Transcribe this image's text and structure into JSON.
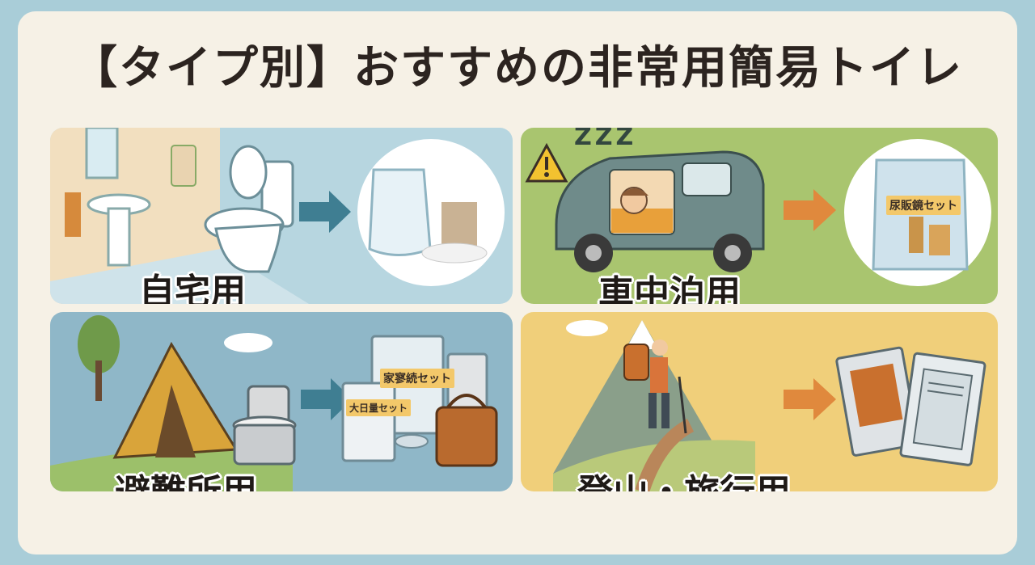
{
  "title": "【タイプ別】おすすめの非常用簡易トイレ",
  "panels": {
    "home": {
      "label": "自宅用"
    },
    "car": {
      "label": "車中泊用",
      "package_label": "尿販鏡セット",
      "sleep_text": "ZZZ"
    },
    "shelter": {
      "label": "避難所用",
      "package_label_1": "家寥続セット",
      "package_label_2": "大日量セット"
    },
    "hike": {
      "label": "登山・旅行用"
    }
  },
  "colors": {
    "page_bg": "#a9cdd8",
    "card_bg": "#f6f1e6",
    "home_bg": "#b7d6e0",
    "car_bg": "#a9c56f",
    "shelter_bg": "#8fb7c8",
    "hike_bg": "#f0cf7a",
    "arrow_blue": "#3f7e92",
    "arrow_orange": "#e0893d"
  },
  "icons": [
    "toilet-icon",
    "bag-icon",
    "arrow-right-icon",
    "warning-icon",
    "van-icon",
    "tent-icon",
    "portable-toilet-icon",
    "hiker-icon",
    "mountain-icon",
    "pouch-icon"
  ]
}
